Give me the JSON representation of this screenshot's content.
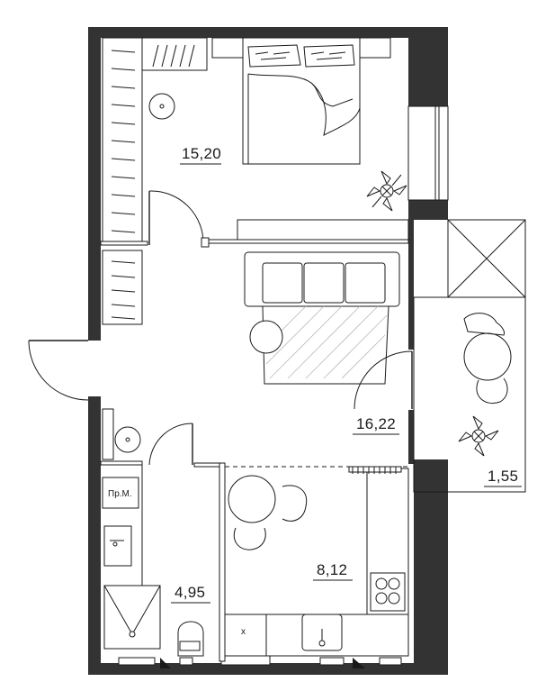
{
  "rooms": {
    "bedroom": {
      "area": "15,20"
    },
    "living": {
      "area": "16,22"
    },
    "kitchen": {
      "area": "8,12"
    },
    "bathroom": {
      "area": "4,95"
    },
    "balcony": {
      "area": "1,55"
    }
  },
  "tags": {
    "utility": "Пр.М.",
    "toilet_mark": "x"
  },
  "colors": {
    "wall": "#333333",
    "line": "#1a1a1a",
    "background": "#ffffff"
  }
}
